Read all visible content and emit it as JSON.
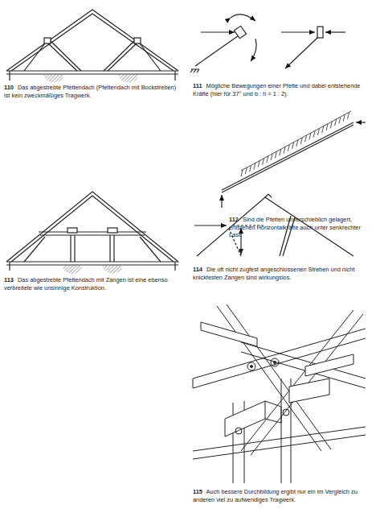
{
  "diagram": {
    "labels": [
      "110",
      "Das abgestrebte Pfettendach (Pfettendach mit Bockstreben) ist kein zweckmäßiges Tragwerk.",
      "111",
      "Mögliche Bewegungen einer Pfette und dabei entstehende Kräfte (hier für 37° und b : h = 1 : 2).",
      "112",
      "Sind die Pfetten unverschieblich gelagert, entstehen Horizontalkräfte auch unter senkrechter Last.",
      "113",
      "Das abgestrebte Pfettendach mit Zangen ist eine ebenso verbreitete wie unsinnige Konstruktion.",
      "114",
      "Die oft nicht zugfest angeschlossenen Streben und nicht knickfesten Zangen sind wirkungslos.",
      "115",
      "Auch bessere Durchbildung ergibt nur ein im Vergleich zu anderen viel zu aufwendiges Tragwerk."
    ]
  }
}
